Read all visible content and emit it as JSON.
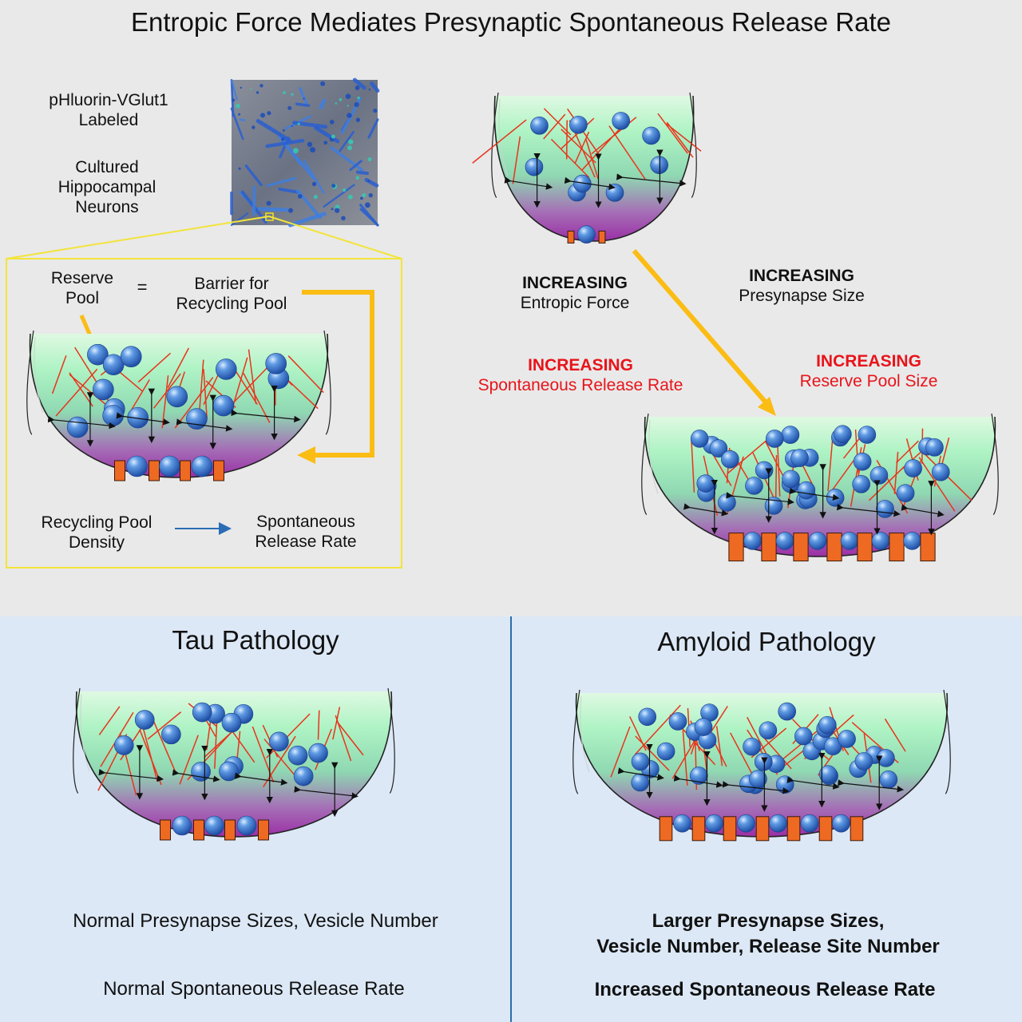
{
  "title": "Entropic Force Mediates Presynaptic Spontaneous Release Rate",
  "labels": {
    "probe": [
      "pHluorin-VGlut1",
      "Labeled"
    ],
    "culture": [
      "Cultured",
      "Hippocampal",
      "Neurons"
    ],
    "reserve_pool": [
      "Reserve",
      "Pool"
    ],
    "equals": "=",
    "barrier": [
      "Barrier for",
      "Recycling Pool"
    ],
    "recycling_density": [
      "Recycling Pool",
      "Density"
    ],
    "spontaneous_rate": [
      "Spontaneous",
      "Release Rate"
    ],
    "increasing": "INCREASING",
    "entropic_force": "Entropic Force",
    "presynapse_size": "Presynapse Size",
    "spontaneous_release_rate": "Spontaneous Release Rate",
    "reserve_pool_size": "Reserve Pool Size"
  },
  "tau": {
    "title": "Tau Pathology",
    "line1": "Normal Presynapse Sizes, Vesicle Number",
    "line2": "Normal Spontaneous Release Rate"
  },
  "amyloid": {
    "title": "Amyloid Pathology",
    "line1": "Larger Presynapse Sizes,",
    "line2": "Vesicle Number, Release Site Number",
    "line3": "Increased Spontaneous Release Rate"
  },
  "colors": {
    "background_top": "#e9e9e9",
    "background_bottom": "#dce8f6",
    "vesicle": "#2e6bc4",
    "actin": "#e8341c",
    "release_site": "#ee6a22",
    "highlight": "#fbbc14",
    "cytoplasm_top": "#a9f5c0",
    "cytoplasm_bottom": "#a43aa8",
    "red_text": "#e8141a"
  }
}
